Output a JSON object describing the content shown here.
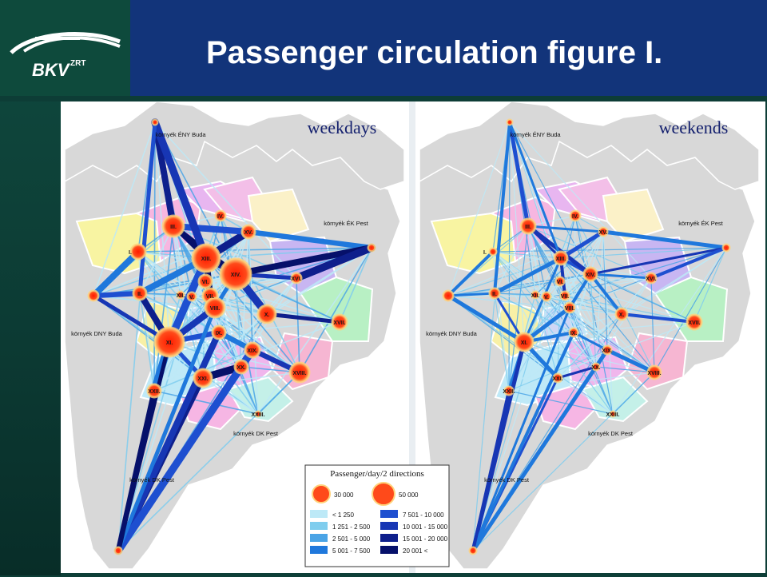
{
  "title": "Passenger circulation figure I.",
  "logo": {
    "text": "BKV",
    "suffix": "ZRT"
  },
  "panels": [
    {
      "title": "weekdays"
    },
    {
      "title": "weekends"
    }
  ],
  "labels": {
    "eny": "környék ÉNY Buda",
    "ek": "környék ÉK Pest",
    "dny": "környék DNY Buda",
    "dk": "környék DK Pest",
    "d_pest": "környék DK Pest"
  },
  "districts": [
    "I.",
    "II.",
    "III.",
    "IV.",
    "V.",
    "VI.",
    "VII.",
    "VIII.",
    "IX.",
    "X.",
    "XI.",
    "XII.",
    "XIII.",
    "XIV.",
    "XV.",
    "XVI.",
    "XVII.",
    "XVIII.",
    "XIX.",
    "XX.",
    "XXI.",
    "XXII.",
    "XXIII."
  ],
  "legend": {
    "title": "Passenger/day/2 directions",
    "bubbles": [
      "30 000",
      "50 000"
    ],
    "classes": [
      {
        "label": "< 1 250",
        "color": "#bde9f7"
      },
      {
        "label": "1 251 - 2 500",
        "color": "#7fcdee"
      },
      {
        "label": "2 501 - 5 000",
        "color": "#4aa4e6"
      },
      {
        "label": "5 001 - 7 500",
        "color": "#1f78dc"
      },
      {
        "label": "7 501 - 10 000",
        "color": "#1e4fd0"
      },
      {
        "label": "10 001 - 15 000",
        "color": "#1736b4"
      },
      {
        "label": "15 001 - 20 000",
        "color": "#0e1f8c"
      },
      {
        "label": "20 001 <",
        "color": "#06106a"
      }
    ]
  },
  "colors": {
    "header": "#12347a",
    "sidebar": "#0e4a3c",
    "node": "#ff3a12"
  }
}
